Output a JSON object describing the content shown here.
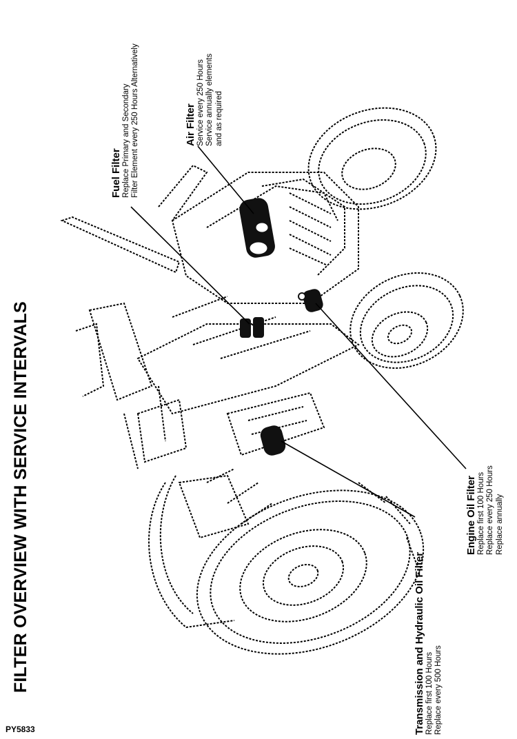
{
  "title": "FILTER OVERVIEW WITH SERVICE INTERVALS",
  "figure_id": "PY5833",
  "callouts": {
    "fuel": {
      "title": "Fuel Filter",
      "lines": [
        "Replace Primary and Secondary",
        "Filter Element every 250 Hours Alternatively"
      ]
    },
    "air": {
      "title": "Air Filter",
      "lines": [
        "Service every 250 Hours",
        "Service annually elements",
        "and as required"
      ]
    },
    "engine_oil": {
      "title": "Engine Oil Filter",
      "lines": [
        "Replace first 100 Hours",
        "Replace every 250 Hours",
        "Replace annually"
      ]
    },
    "transmission": {
      "title": "Transmission and Hydraulic Oil Filter",
      "lines": [
        "Replace first 100 Hours",
        "Replace every 500 Hours"
      ]
    }
  }
}
